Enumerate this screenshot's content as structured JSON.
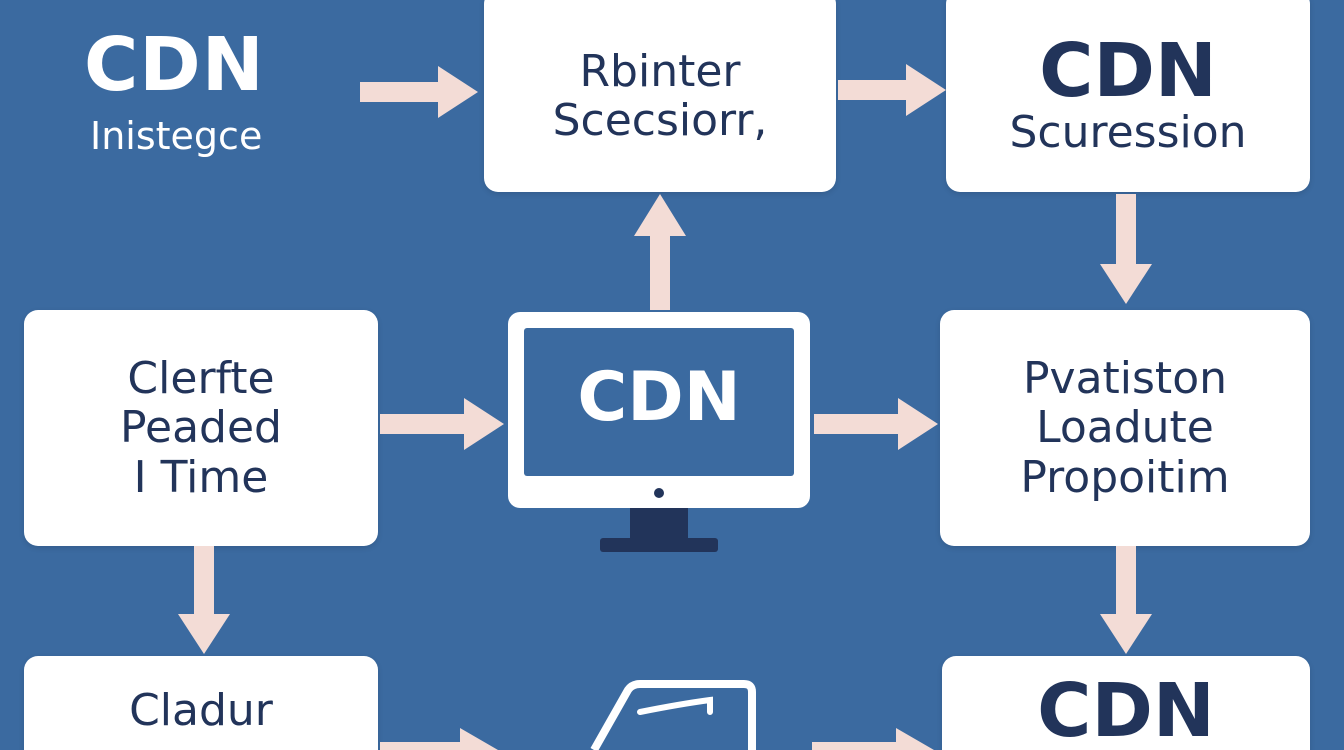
{
  "colors": {
    "background": "#3b6aa0",
    "box_fill": "#ffffff",
    "text_dark": "#22345a",
    "arrow": "#f3dcd6",
    "monitor_screen": "#3b6aa0",
    "monitor_stand": "#22345a"
  },
  "header": {
    "title": "CDN",
    "subtitle": "Inistegce"
  },
  "nodes": {
    "top_middle": {
      "lines": [
        "Rbinter",
        "Scecsiorr,"
      ]
    },
    "top_right": {
      "title": "CDN",
      "subtitle": "Scuression"
    },
    "mid_left": {
      "lines": [
        "Clerfte",
        "Peaded",
        "I Time"
      ]
    },
    "mid_center": {
      "label": "CDN"
    },
    "mid_right": {
      "lines": [
        "Pvatiston",
        "Loadute",
        "Propoitim"
      ]
    },
    "bottom_left": {
      "lines": [
        "Cladur"
      ]
    },
    "bottom_right": {
      "title": "CDN"
    }
  },
  "icons": {
    "monitor": "monitor-icon",
    "document": "document-icon"
  }
}
